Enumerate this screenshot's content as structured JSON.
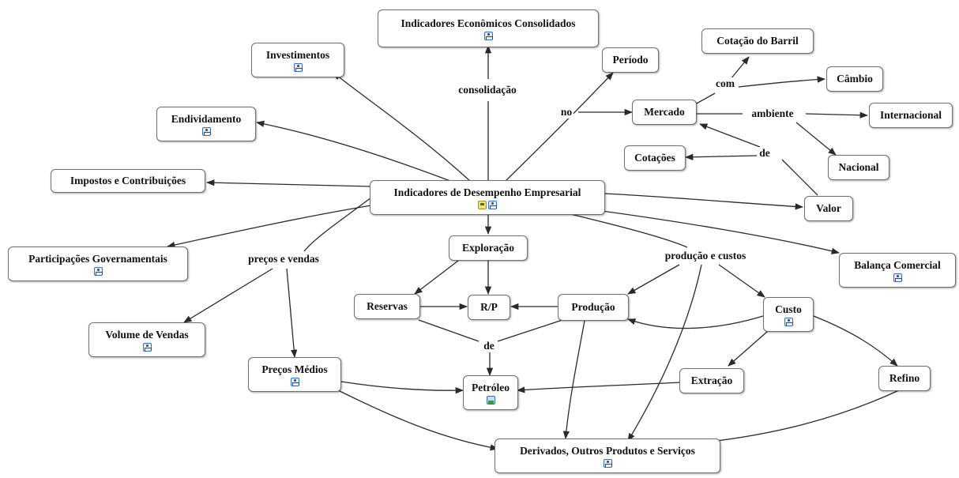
{
  "nodes": {
    "central": "Indicadores de Desempenho Empresarial",
    "consolidados": "Indicadores Econômicos Consolidados",
    "investimentos": "Investimentos",
    "endividamento": "Endividamento",
    "impostos": "Impostos e Contribuições",
    "participacoes": "Participações Governamentais",
    "volume_vendas": "Volume de Vendas",
    "precos_medios": "Preços Médios",
    "exploracao": "Exploração",
    "reservas": "Reservas",
    "rp": "R/P",
    "producao": "Produção",
    "petroleo": "Petróleo",
    "derivados": "Derivados, Outros Produtos e Serviços",
    "extracao": "Extração",
    "custo": "Custo",
    "refino": "Refino",
    "balanca": "Balança Comercial",
    "valor": "Valor",
    "cotacoes": "Cotações",
    "mercado": "Mercado",
    "periodo": "Período",
    "cotacao_barril": "Cotação do Barril",
    "cambio": "Câmbio",
    "internacional": "Internacional",
    "nacional": "Nacional"
  },
  "links": {
    "consolidacao": "consolidação",
    "no": "no",
    "com": "com",
    "ambiente": "ambiente",
    "de_valor": "de",
    "precos_e_vendas": "preços e vendas",
    "producao_e_custos": "produção e custos",
    "de_petroleo": "de"
  },
  "icons": {
    "resource": "concept-map-resource-icon",
    "document": "document-resource-icon",
    "image": "image-resource-icon"
  },
  "colors": {
    "icon_border": "#2f6fd0",
    "node_border": "#6f6f6f",
    "arrow": "#2a2a2a"
  }
}
